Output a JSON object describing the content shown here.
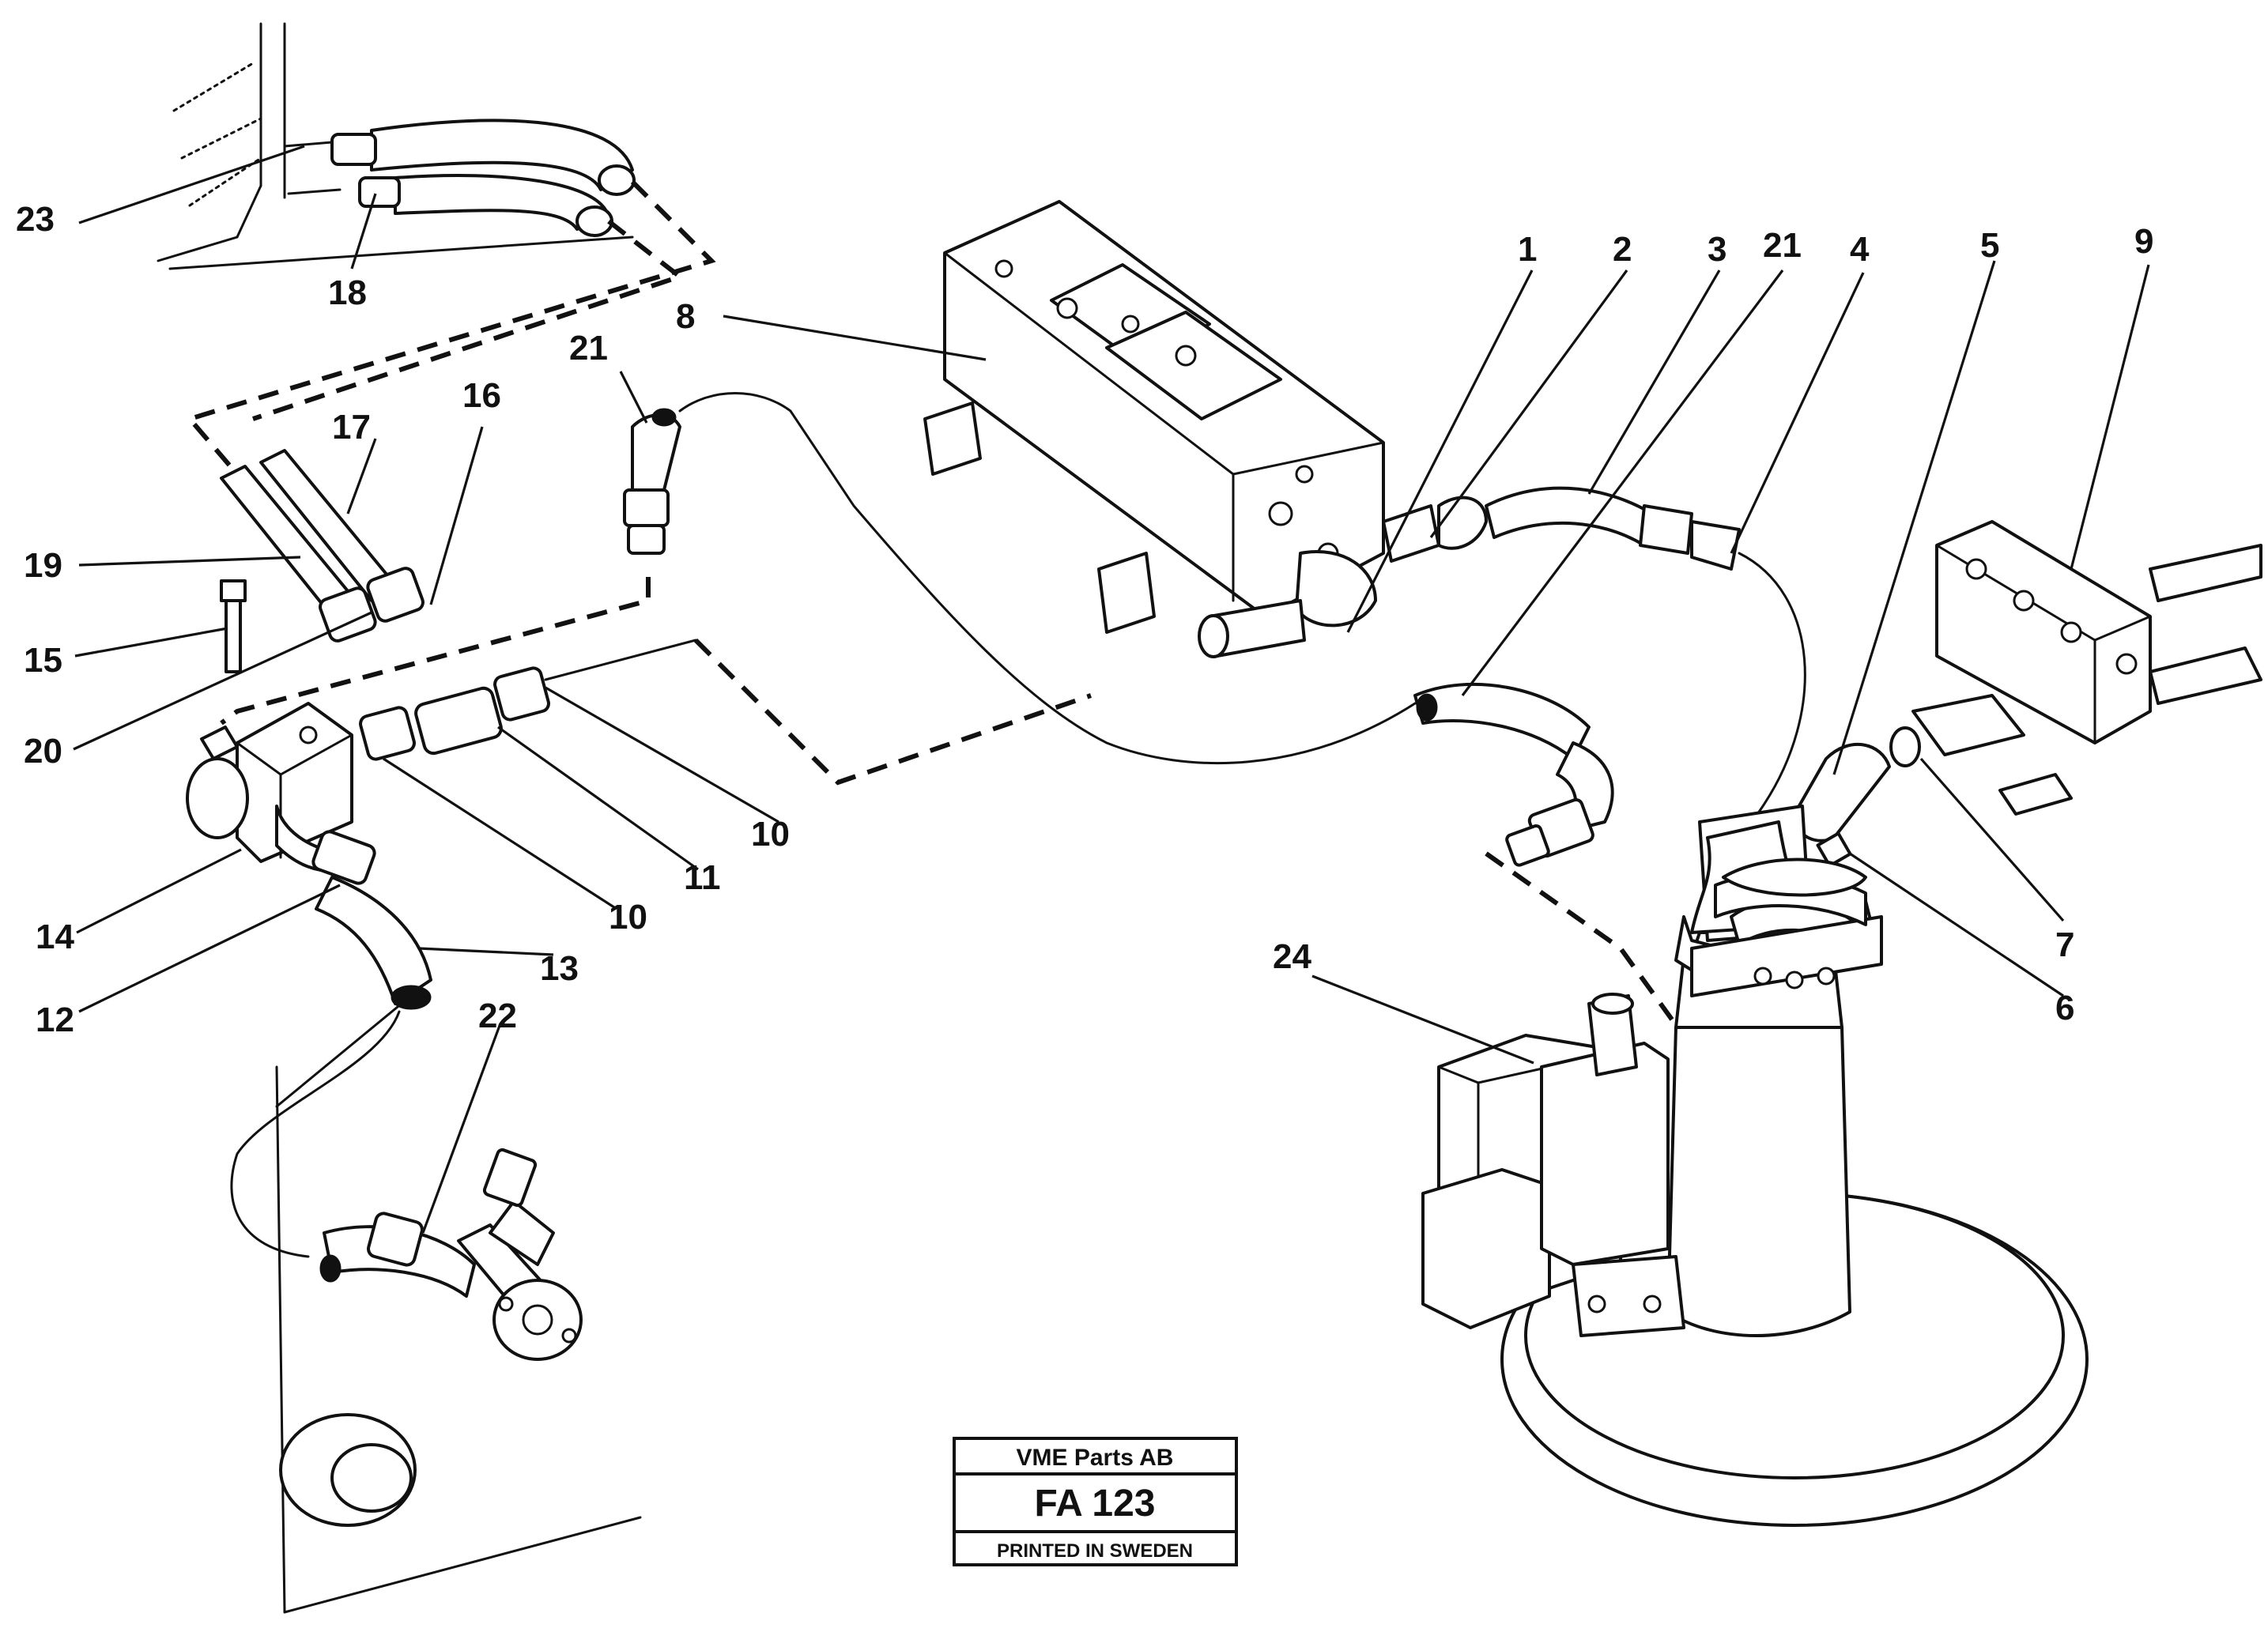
{
  "callouts": {
    "c1": "1",
    "c2": "2",
    "c3": "3",
    "c4": "4",
    "c5": "5",
    "c6": "6",
    "c7": "7",
    "c8": "8",
    "c9": "9",
    "c10a": "10",
    "c10b": "10",
    "c11": "11",
    "c12": "12",
    "c13": "13",
    "c14": "14",
    "c15": "15",
    "c16": "16",
    "c17": "17",
    "c18": "18",
    "c19": "19",
    "c20": "20",
    "c21a": "21",
    "c21b": "21",
    "c22": "22",
    "c23": "23",
    "c24": "24"
  },
  "stamp": {
    "company": "VME Parts AB",
    "code": "FA 123",
    "printed": "PRINTED IN SWEDEN"
  }
}
